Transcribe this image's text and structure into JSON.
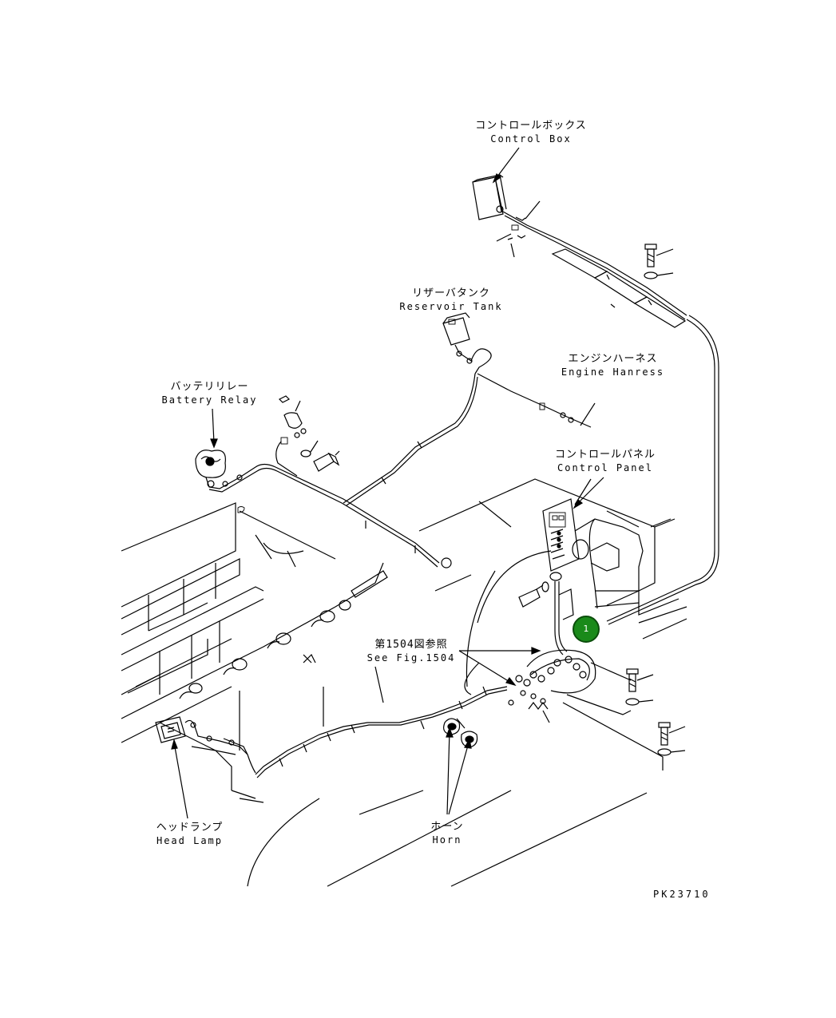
{
  "labels": {
    "control_box": {
      "jp": "コントロールボックス",
      "en": "Control Box"
    },
    "reservoir_tank": {
      "jp": "リザーバタンク",
      "en": "Reservoir Tank"
    },
    "engine_harness": {
      "jp": "エンジンハーネス",
      "en": "Engine Hanress"
    },
    "battery_relay": {
      "jp": "バッテリリレー",
      "en": "Battery Relay"
    },
    "control_panel": {
      "jp": "コントロールパネル",
      "en": "Control Panel"
    },
    "see_fig": {
      "jp": "第1504図参照",
      "en": "See Fig.1504"
    },
    "head_lamp": {
      "jp": "ヘッドランプ",
      "en": "Head Lamp"
    },
    "horn": {
      "jp": "ホーン",
      "en": "Horn"
    }
  },
  "callout": {
    "number": "1",
    "color": "#1a8a1a"
  },
  "drawing_code": "PK23710"
}
